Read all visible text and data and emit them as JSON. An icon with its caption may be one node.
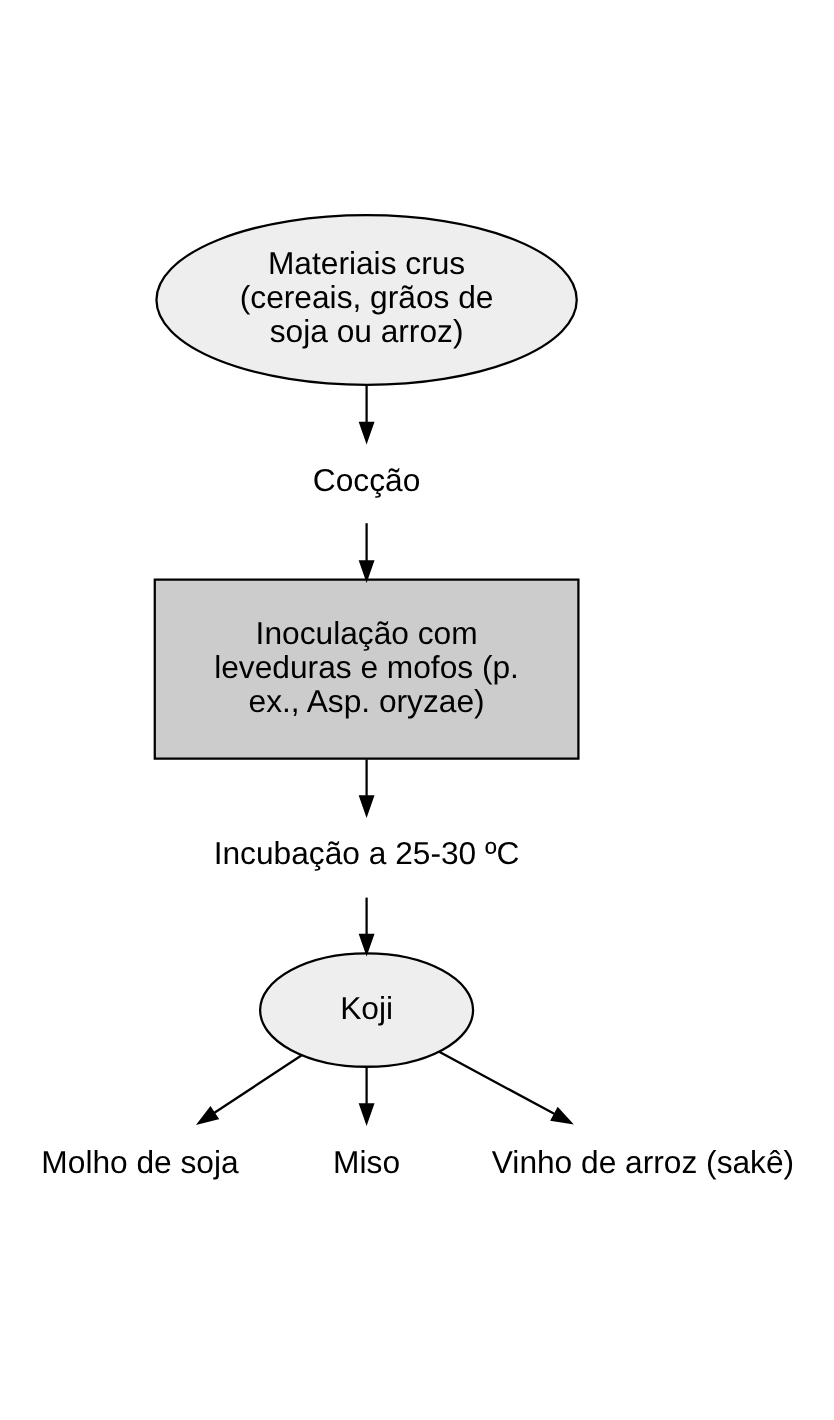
{
  "diagram": {
    "nodes": [
      {
        "text": [
          "Materiais crus (cereais, grãos de soja ou arroz)"
        ]
      },
      {
        "text": [
          "Cocção"
        ]
      },
      {
        "text": [
          "Inoculação com leveduras e mofos (p. ex., Asp. oryzae)"
        ]
      },
      {
        "text": [
          "Incubação a 25-30 ºC"
        ]
      },
      {
        "text": [
          "Koji"
        ]
      },
      {
        "text": [
          "Molho de soja"
        ]
      },
      {
        "text": [
          "Miso"
        ]
      },
      {
        "text": [
          "Vinho de arroz (sakê)"
        ]
      }
    ],
    "edges": [
      {
        "from": 0,
        "to": 1,
        "arrow": "to"
      },
      {
        "from": 1,
        "to": 2,
        "arrow": "to"
      },
      {
        "from": 2,
        "to": 3,
        "arrow": "to"
      },
      {
        "from": 3,
        "to": 4,
        "arrow": "to"
      },
      {
        "from": 4,
        "to": 5,
        "arrow": "to"
      },
      {
        "from": 4,
        "to": 6,
        "arrow": "to"
      },
      {
        "from": 4,
        "to": 7,
        "arrow": "to"
      }
    ]
  }
}
